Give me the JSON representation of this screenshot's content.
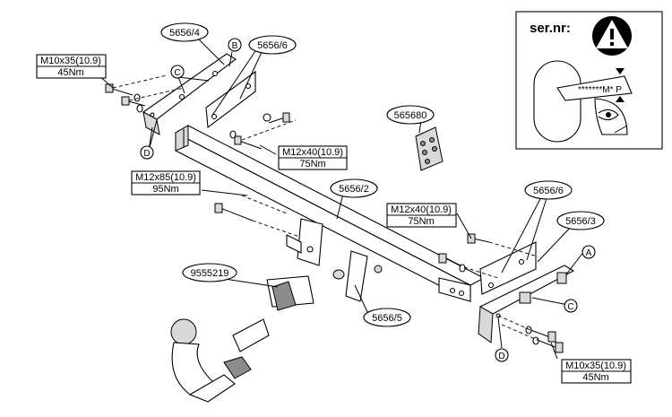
{
  "part_labels": {
    "bracket_left": "5656/4",
    "plate_left": "5656/6",
    "crossbar": "5656/2",
    "plate_right": "5656/6",
    "bracket_right": "5656/3",
    "towball": "9555219",
    "socket_holder": "5656/5",
    "kit": "565680"
  },
  "bolt_specs": {
    "top_left": {
      "size": "M10x35(10.9)",
      "torque": "45Nm"
    },
    "middle": {
      "size": "M12x40(10.9)",
      "torque": "75Nm"
    },
    "left_long": {
      "size": "M12x85(10.9)",
      "torque": "95Nm"
    },
    "right": {
      "size": "M12x40(10.9)",
      "torque": "75Nm"
    },
    "bottom_right": {
      "size": "M10x35(10.9)",
      "torque": "45Nm"
    }
  },
  "point_markers": {
    "b": "B",
    "c_left": "C",
    "d_left": "D",
    "a": "A",
    "c_right": "C",
    "d_right": "D"
  },
  "info_box": {
    "title": "ser.nr:",
    "plate_text": "*******M* P",
    "warning_icon": "warning-icon",
    "eye_icon": "eye-icon"
  }
}
